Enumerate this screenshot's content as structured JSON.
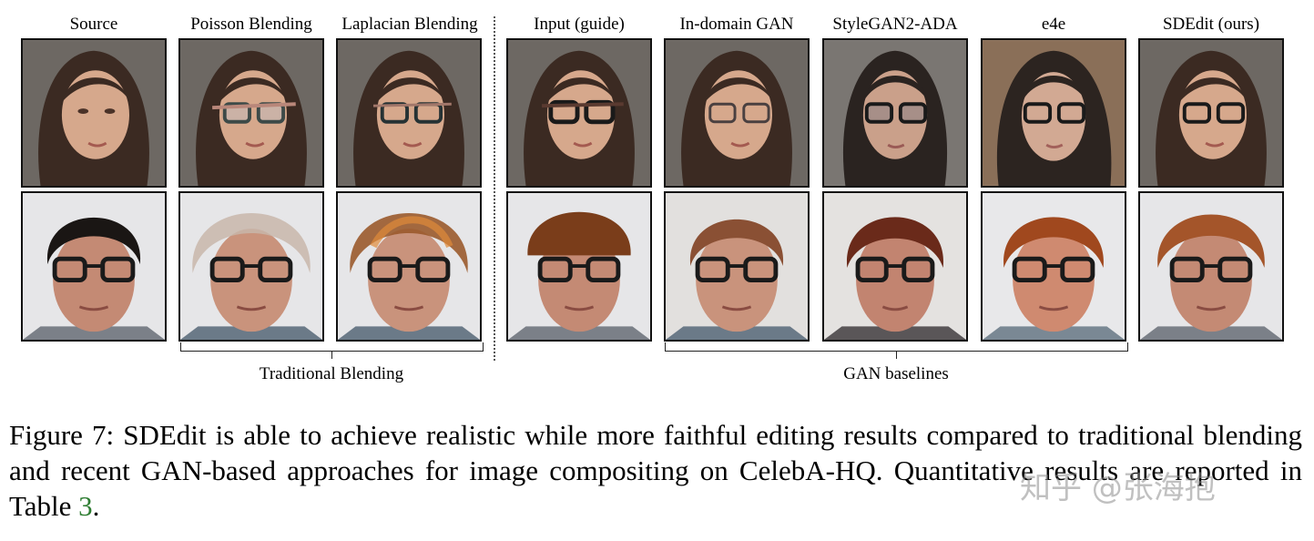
{
  "columns": [
    "Source",
    "Poisson Blending",
    "Laplacian Blending",
    "Input (guide)",
    "In-domain GAN",
    "StyleGAN2-ADA",
    "e4e",
    "SDEdit (ours)"
  ],
  "groups": {
    "traditional": "Traditional Blending",
    "gan": "GAN baselines"
  },
  "caption": {
    "text_before_ref": "Figure 7: SDEdit is able to achieve realistic while more faithful editing results compared to traditional blending and recent GAN-based approaches for image compositing on CelebA-HQ. Quantitative results are reported in Table ",
    "ref": "3",
    "text_after_ref": "."
  },
  "watermark": "知乎 @张海抱",
  "colors": {
    "reference_link": "#2e7d32",
    "woman_hair": "#3b2a22",
    "man_hair_source": "#1a1614",
    "man_hair_guide": "#7a3d1a",
    "glasses": "#1a1a1a"
  }
}
